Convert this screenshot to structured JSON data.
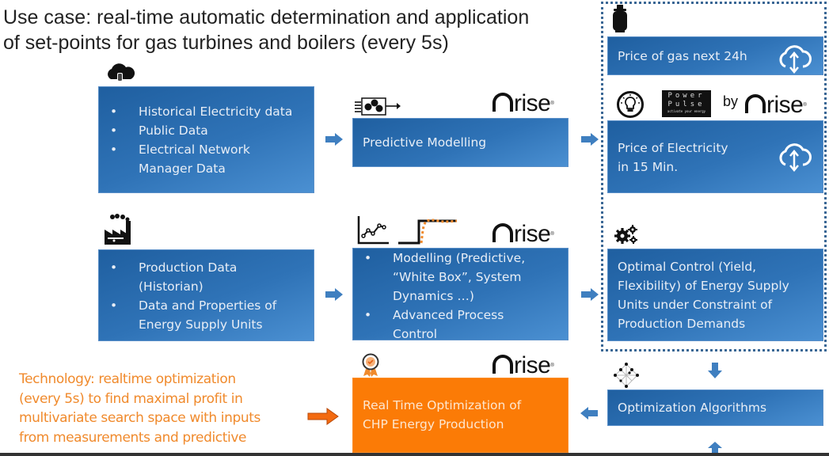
{
  "title": {
    "line1": "Use case: real-time automatic determination and application",
    "line2": "of set-points for gas turbines and boilers (every 5s)"
  },
  "brand": {
    "orise_text": "rise",
    "orise_mark": "®",
    "by_label": "by",
    "powerpulse": {
      "line1": "Power",
      "line2": "Pulse",
      "tagline": "activate your energy"
    }
  },
  "boxes": {
    "historical": {
      "icon": "cloud-database-icon",
      "items": [
        "Historical Electricity data",
        "Public Data",
        "Electrical Network",
        "Manager Data"
      ],
      "bullets": [
        true,
        true,
        true,
        false
      ]
    },
    "predictive": {
      "icon": "neural-network-icon",
      "label": "Predictive Modelling"
    },
    "gas_price": {
      "icon": "gas-cylinder-icon",
      "label": "Price of gas next 24h",
      "action_icon": "cloud-sync-icon"
    },
    "electricity_price": {
      "icon": "lightbulb-icon",
      "line1": "Price of Electricity",
      "line2": "in 15 Min.",
      "action_icon": "cloud-sync-icon"
    },
    "production": {
      "icon": "factory-icon",
      "items": [
        "Production Data",
        "(Historian)",
        "Data and Properties of",
        "Energy Supply Units"
      ],
      "bullets": [
        true,
        false,
        true,
        false
      ]
    },
    "modelling": {
      "icons": [
        "line-chart-icon",
        "step-response-icon"
      ],
      "items": [
        "Modelling (Predictive,",
        "“White Box”, System",
        "Dynamics …)",
        "Advanced Process",
        "Control"
      ],
      "bullets": [
        true,
        false,
        false,
        true,
        false
      ]
    },
    "optimal_control": {
      "icon": "gears-icon",
      "lines": [
        "Optimal Control (Yield,",
        "Flexibility) of Energy Supply",
        "Units under Constraint of",
        "Production Demands"
      ]
    },
    "rto": {
      "icon": "award-badge-icon",
      "line1": "Real Time Optimization of",
      "line2": "CHP Energy Production"
    },
    "algorithms": {
      "icon": "network-graph-icon",
      "label": "Optimization Algorithms"
    }
  },
  "technology_note": {
    "lines": [
      "Technology: realtime optimization",
      "(every 5s) to find maximal profit in",
      "multivariate search space with inputs",
      "from measurements and predictive"
    ]
  },
  "colors": {
    "box_blue": "#2f73b7",
    "orange": "#fb7b06",
    "note_orange": "#f08a2c",
    "arrow_blue": "#3f7fc0",
    "dotted_border": "#3a6795"
  }
}
